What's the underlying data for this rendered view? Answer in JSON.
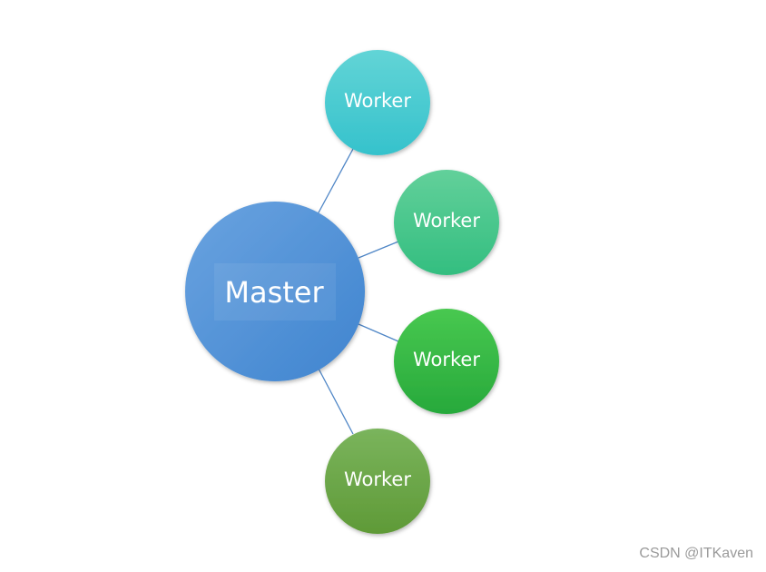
{
  "diagram": {
    "master": {
      "label": "Master",
      "gradient": [
        "#6aa3e0",
        "#3f84cf"
      ]
    },
    "workers": [
      {
        "label": "Worker",
        "gradient": [
          "#62d4d6",
          "#35c2cc"
        ]
      },
      {
        "label": "Worker",
        "gradient": [
          "#62d09a",
          "#33be80"
        ]
      },
      {
        "label": "Worker",
        "gradient": [
          "#48c850",
          "#27a93b"
        ]
      },
      {
        "label": "Worker",
        "gradient": [
          "#7ab45c",
          "#5f9a37"
        ]
      }
    ],
    "connector_color": "#4f86c6",
    "text_color": "#ffffff"
  },
  "watermark": {
    "text": "CSDN @ITKaven"
  }
}
